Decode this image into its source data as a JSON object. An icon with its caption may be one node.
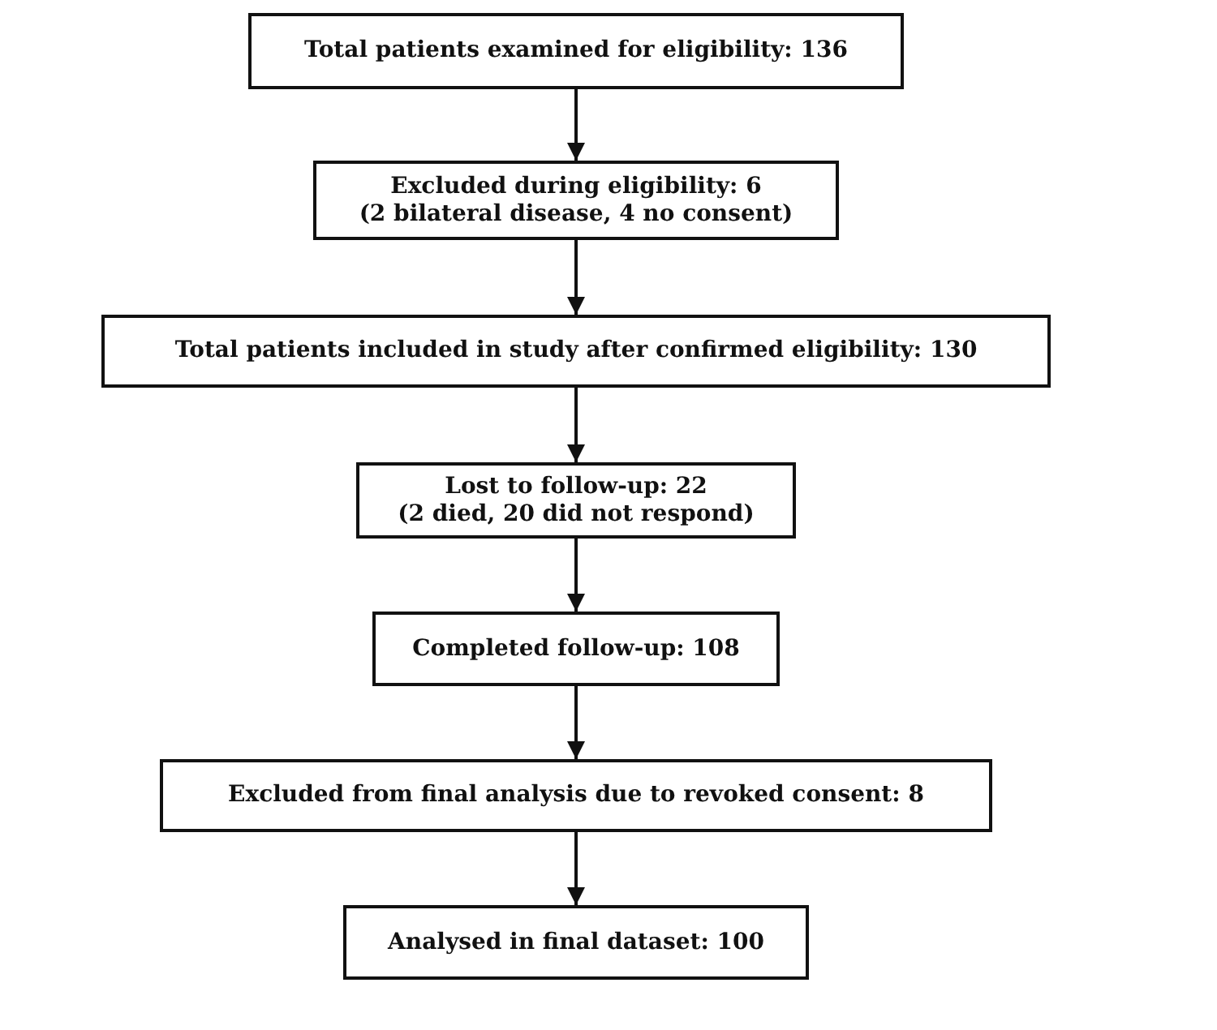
{
  "diagram": {
    "nodes": [
      {
        "text": [
          "Total patients examined for eligibility: 136"
        ]
      },
      {
        "text": [
          "Excluded during eligibility: 6",
          "(2 bilateral disease, 4 no consent)"
        ]
      },
      {
        "text": [
          "Total patients included in study after confirmed eligibility: 130"
        ]
      },
      {
        "text": [
          "Lost to follow-up: 22",
          "(2 died, 20 did not respond)"
        ]
      },
      {
        "text": [
          "Completed follow-up: 108"
        ]
      },
      {
        "text": [
          "Excluded from final analysis due to revoked consent: 8"
        ]
      },
      {
        "text": [
          "Analysed in final dataset: 100"
        ]
      }
    ],
    "edges": [
      {
        "from": 0,
        "to": 1,
        "arrow": "to"
      },
      {
        "from": 1,
        "to": 2,
        "arrow": "to"
      },
      {
        "from": 2,
        "to": 3,
        "arrow": "to"
      },
      {
        "from": 3,
        "to": 4,
        "arrow": "to"
      },
      {
        "from": 4,
        "to": 5,
        "arrow": "to"
      },
      {
        "from": 5,
        "to": 6,
        "arrow": "to"
      }
    ]
  }
}
